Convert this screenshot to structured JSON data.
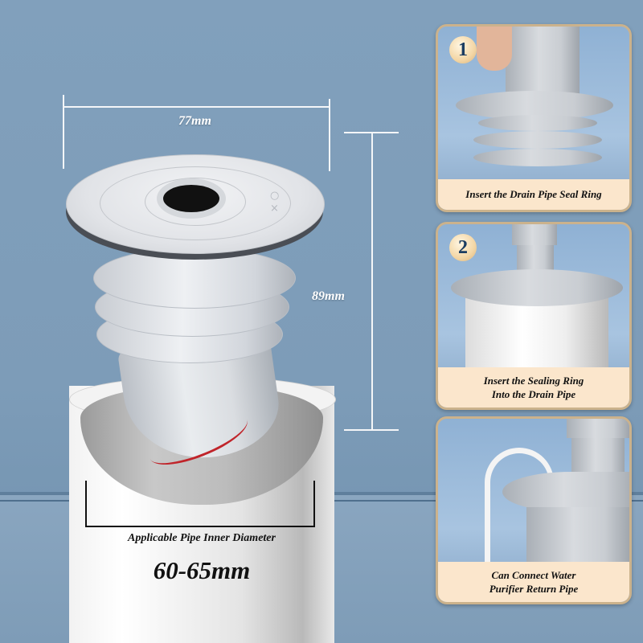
{
  "main_product": {
    "width_label": "77mm",
    "height_label": "89mm",
    "pipe_label": "Applicable Pipe Inner Diameter",
    "pipe_diameter": "60-65mm",
    "flange_marks": [
      "○",
      "×"
    ]
  },
  "steps": [
    {
      "number": "1",
      "caption_lines": [
        "Insert the Drain Pipe Seal Ring"
      ],
      "icon": "hand-inserting-pipe"
    },
    {
      "number": "2",
      "caption_lines": [
        "Insert the Sealing Ring",
        "Into the Drain Pipe"
      ],
      "icon": "seal-in-pipe"
    },
    {
      "number": "",
      "caption_lines": [
        "Can Connect Water",
        "Purifier Return Pipe"
      ],
      "icon": "purifier-hose"
    }
  ],
  "colors": {
    "background": "#81a0bc",
    "caption_bg": "#fbe6cc",
    "card_border": "#cbb28c",
    "badge_text": "#1b3d61",
    "seal_red": "#c0242a"
  }
}
